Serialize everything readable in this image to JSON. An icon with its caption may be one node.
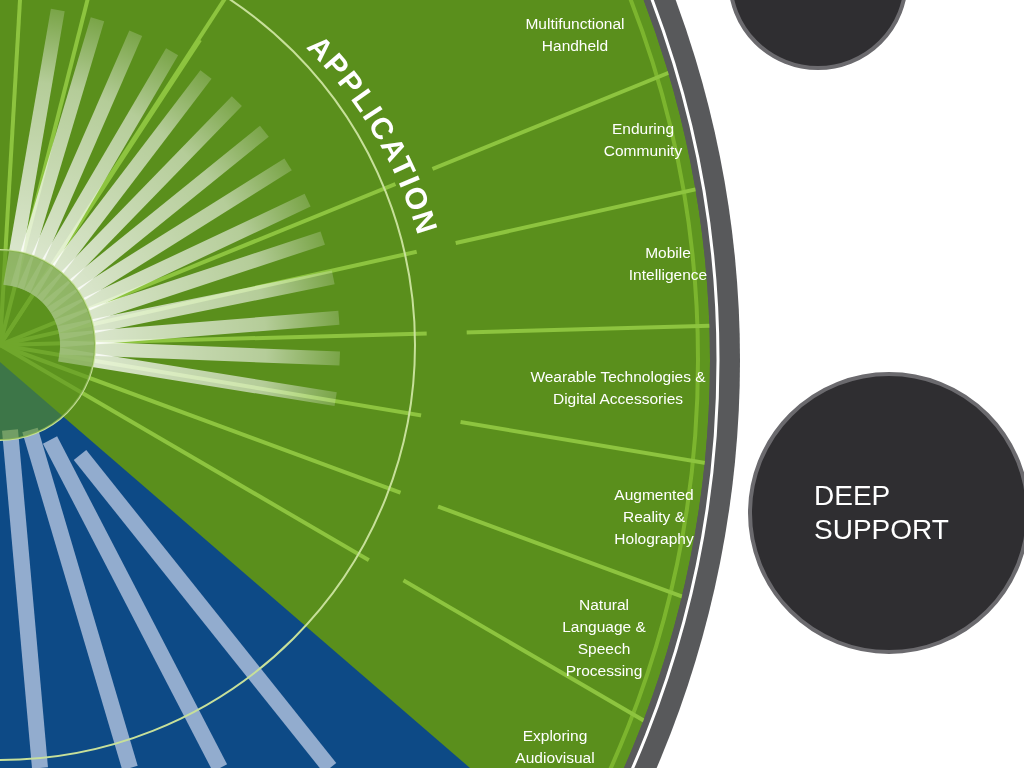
{
  "diagram": {
    "nodes": [
      {
        "text": [
          "APPLICATION"
        ]
      },
      {
        "text": [
          "Multifunctional Handheld"
        ],
        "in": 0
      },
      {
        "text": [
          "Enduring Community"
        ],
        "in": 0
      },
      {
        "text": [
          "Mobile Intelligence"
        ],
        "in": 0
      },
      {
        "text": [
          "Wearable Technologies & Digital Accessories"
        ],
        "in": 0
      },
      {
        "text": [
          "Augmented Reality & Holography"
        ],
        "in": 0
      },
      {
        "text": [
          "Natural Language & Speech Processing"
        ],
        "in": 0
      },
      {
        "text": [
          "Exploring Audiovisual"
        ],
        "in": 0
      },
      {
        "text": [],
        "shape": "circle"
      },
      {
        "text": [
          "DEEP SUPPORT"
        ]
      }
    ],
    "edges": []
  }
}
